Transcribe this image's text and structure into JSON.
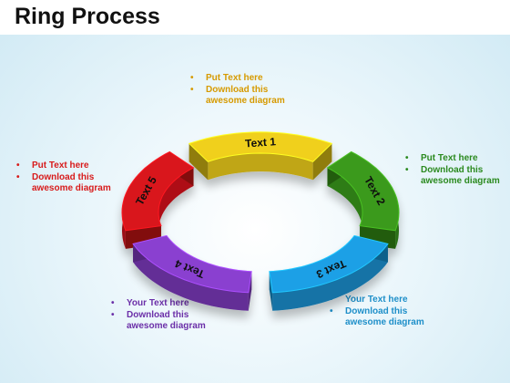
{
  "title": "Ring Process",
  "segments": [
    {
      "label": "Text 1",
      "color": "#f0d01a"
    },
    {
      "label": "Text 2",
      "color": "#3a9a1c"
    },
    {
      "label": "Text 3",
      "color": "#1aa0e6"
    },
    {
      "label": "Text 4",
      "color": "#8a3fd0"
    },
    {
      "label": "Text 5",
      "color": "#d9141a"
    }
  ],
  "notes": {
    "top": {
      "line1": "Put Text here",
      "line2": "Download this",
      "line3": "awesome diagram"
    },
    "right": {
      "line1": "Put Text here",
      "line2": "Download this",
      "line3": "awesome diagram"
    },
    "left": {
      "line1": "Put Text  here",
      "line2": "Download this",
      "line3": "awesome diagram"
    },
    "bottom_left": {
      "line1": "Your Text here",
      "line2": "Download this",
      "line3": "awesome diagram"
    },
    "bottom_right": {
      "line1": "Your Text here",
      "line2": "Download this",
      "line3": "awesome diagram"
    }
  }
}
